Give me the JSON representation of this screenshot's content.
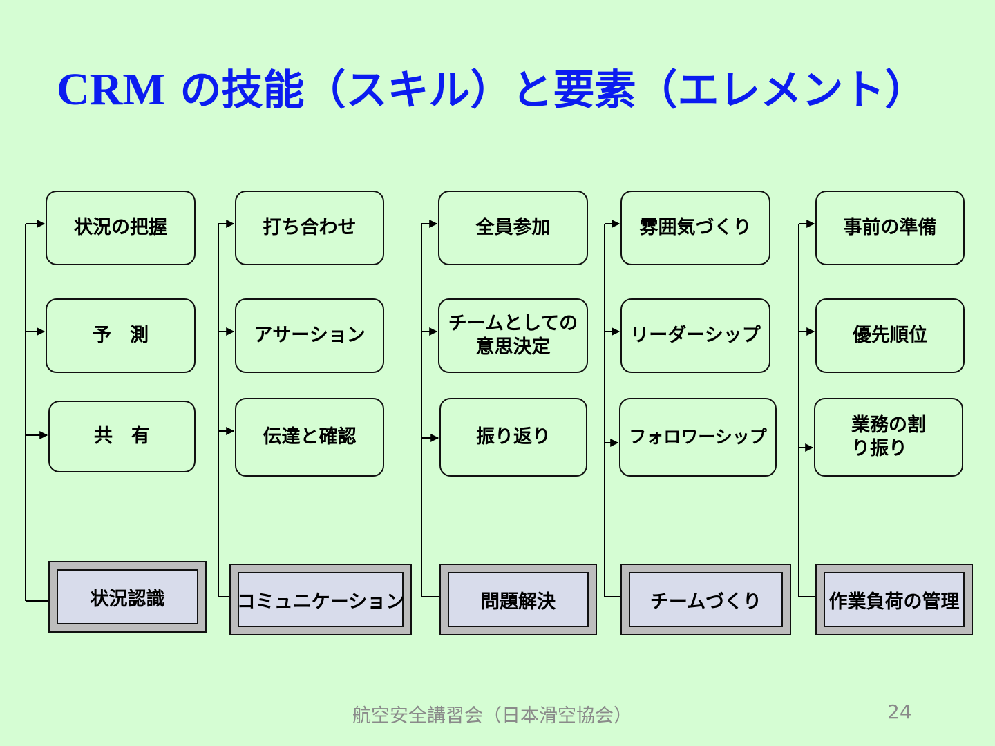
{
  "title": {
    "prefix": "CRM",
    "rest": " の技能（スキル）と要素（エレメント）"
  },
  "columns": [
    {
      "category": "状況認識",
      "elements": [
        "状況の把握",
        "予　測",
        "共　有"
      ]
    },
    {
      "category": "コミュニケーション",
      "elements": [
        "打ち合わせ",
        "アサーション",
        "伝達と確認"
      ]
    },
    {
      "category": "問題解決",
      "elements": [
        "全員参加",
        "チームとしての\n意思決定",
        "振り返り"
      ]
    },
    {
      "category": "チームづくり",
      "elements": [
        "雰囲気づくり",
        "リーダーシップ",
        "フォロワーシップ"
      ]
    },
    {
      "category": "作業負荷の管理",
      "elements": [
        "事前の準備",
        "優先順位",
        "業務の割\nり振り"
      ]
    }
  ],
  "footer": {
    "text": "航空安全講習会（日本滑空協会）",
    "page": "24"
  }
}
